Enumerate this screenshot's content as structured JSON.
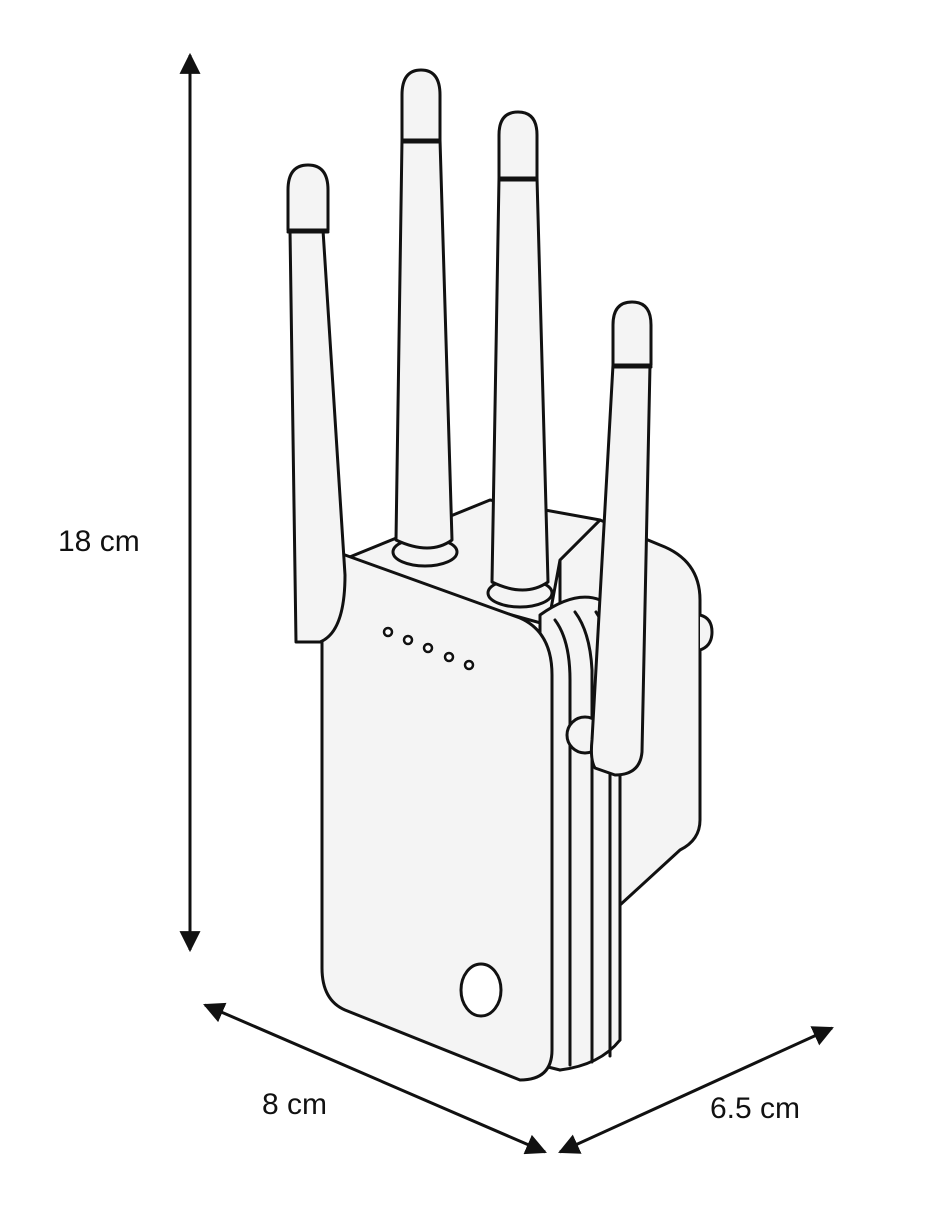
{
  "dimensions": {
    "height": "18 cm",
    "width": "8 cm",
    "depth": "6.5 cm"
  },
  "colors": {
    "line": "#111111",
    "body_fill": "#f4f4f4",
    "background": "#ffffff"
  },
  "device": {
    "antenna_count": 4,
    "led_count": 5
  }
}
